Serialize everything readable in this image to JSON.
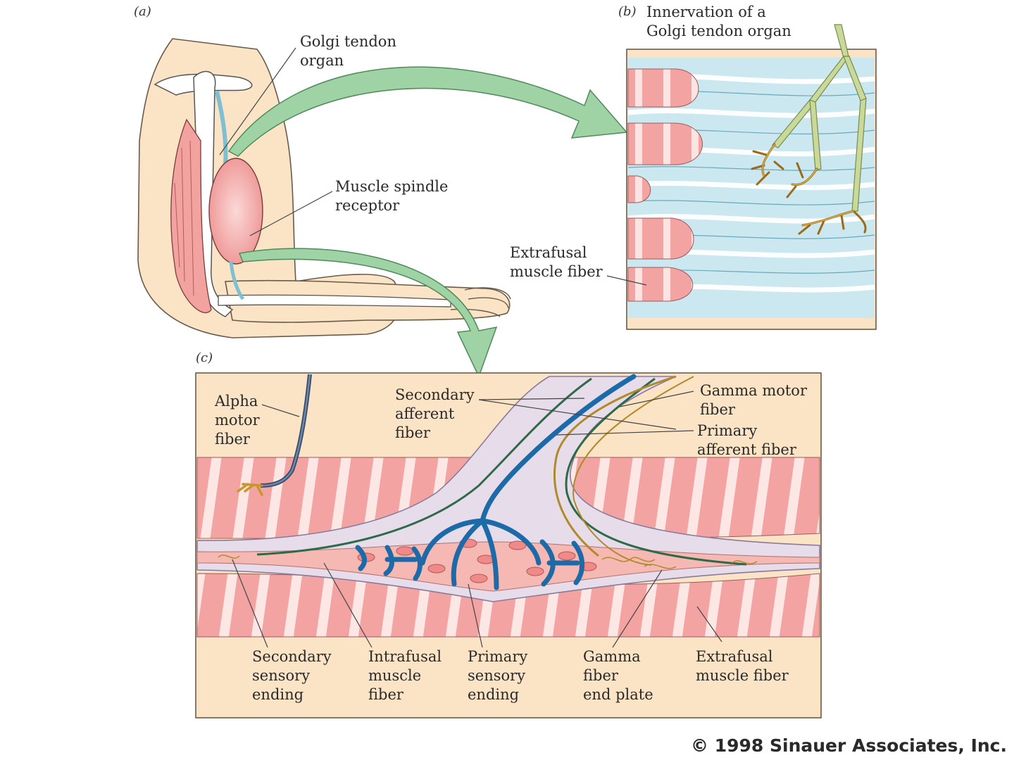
{
  "panels": {
    "a": "(a)",
    "b": "(b)",
    "c": "(c)"
  },
  "panel_a": {
    "golgi_tendon_organ": [
      "Golgi tendon",
      "organ"
    ],
    "muscle_spindle_receptor": [
      "Muscle spindle",
      "receptor"
    ]
  },
  "panel_b": {
    "title": [
      "Innervation of a",
      "Golgi tendon organ"
    ],
    "extrafusal_muscle_fiber": [
      "Extrafusal",
      "muscle fiber"
    ]
  },
  "panel_c": {
    "alpha_motor_fiber": [
      "Alpha",
      "motor",
      "fiber"
    ],
    "secondary_afferent_fiber": [
      "Secondary",
      "afferent",
      "fiber"
    ],
    "gamma_motor_fiber": [
      "Gamma motor",
      "fiber"
    ],
    "primary_afferent_fiber": [
      "Primary",
      "afferent fiber"
    ],
    "secondary_sensory_ending": [
      "Secondary",
      "sensory",
      "ending"
    ],
    "intrafusal_muscle_fiber": [
      "Intrafusal",
      "muscle",
      "fiber"
    ],
    "primary_sensory_ending": [
      "Primary",
      "sensory",
      "ending"
    ],
    "gamma_fiber_end_plate": [
      "Gamma",
      "fiber",
      "end plate"
    ],
    "extrafusal_muscle_fiber": [
      "Extrafusal",
      "muscle fiber"
    ]
  },
  "copyright": "© 1998 Sinauer Associates, Inc.",
  "colors": {
    "skin": "#fbe4c6",
    "muscle": "#f2a3a0",
    "muscle_stripe": "#fbe0dd",
    "tendon_blue": "#bfe3ec",
    "arrow_green": "#9fd3a6",
    "nerve_green": "#c8d99a",
    "nerve_ending": "#c9962e",
    "primary_blue": "#1d6aa8",
    "capsule": "#e6dcea"
  }
}
